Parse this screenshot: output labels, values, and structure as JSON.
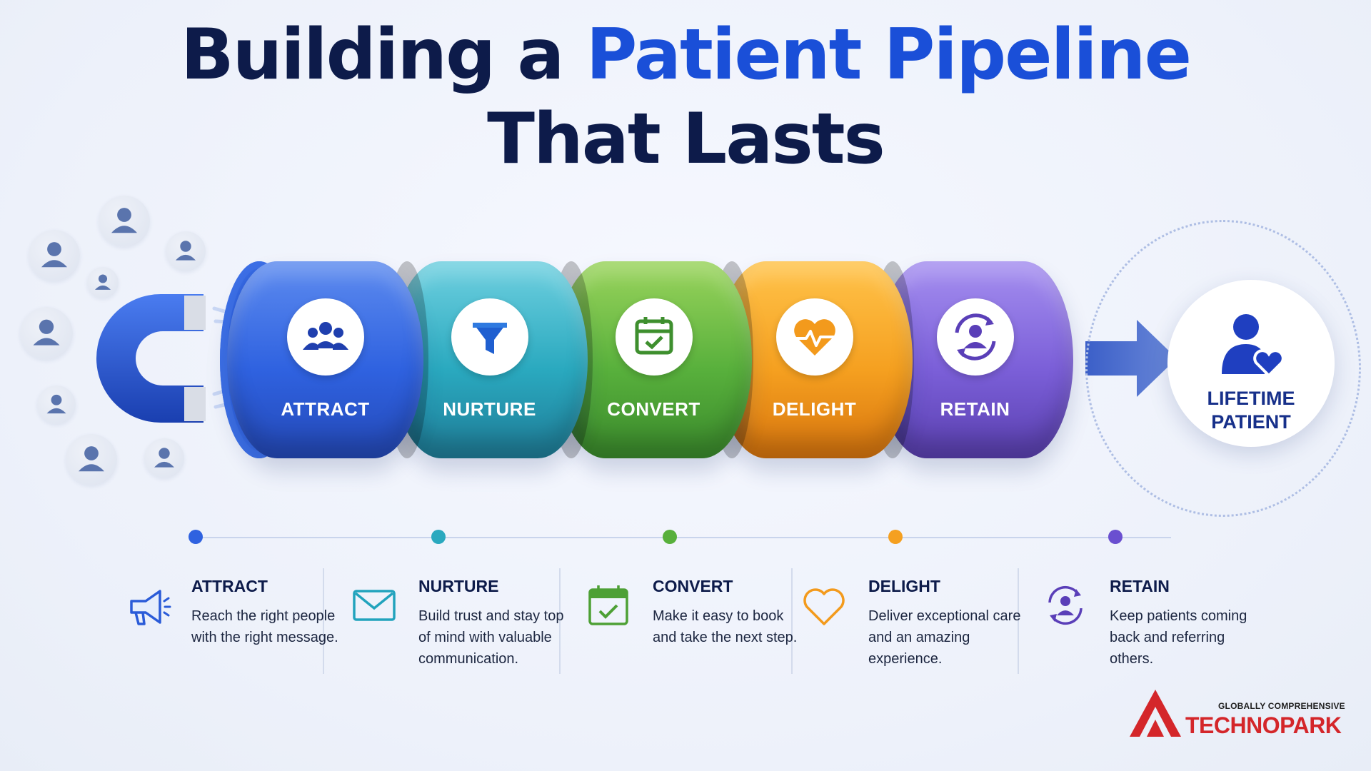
{
  "title": {
    "line1_plain": "Building a ",
    "line1_accent": "Patient Pipeline",
    "line2": "That Lasts"
  },
  "colors": {
    "navy": "#0d1b4a",
    "accent_blue": "#1a4fd8",
    "attract": "#2f62e0",
    "nurture": "#2aa9bf",
    "convert": "#58b03c",
    "delight": "#f5a020",
    "retain": "#7b5fd8",
    "logo_red": "#d4262a"
  },
  "pipeline": {
    "segments": [
      {
        "label": "ATTRACT",
        "icon": "group-icon"
      },
      {
        "label": "NURTURE",
        "icon": "funnel-icon"
      },
      {
        "label": "CONVERT",
        "icon": "calendar-check-icon"
      },
      {
        "label": "DELIGHT",
        "icon": "heart-pulse-icon"
      },
      {
        "label": "RETAIN",
        "icon": "person-cycle-icon"
      }
    ],
    "destination": {
      "line1": "LIFETIME",
      "line2": "PATIENT",
      "icon": "person-heart-icon"
    },
    "magnet_icon": "magnet-icon"
  },
  "steps": [
    {
      "title": "ATTRACT",
      "desc": "Reach the right people with the right message.",
      "icon": "megaphone-icon"
    },
    {
      "title": "NURTURE",
      "desc": "Build trust and stay top of mind with valuable communication.",
      "icon": "envelope-icon"
    },
    {
      "title": "CONVERT",
      "desc": "Make it easy to book and take the next step.",
      "icon": "calendar-check-icon"
    },
    {
      "title": "DELIGHT",
      "desc": "Deliver exceptional care and an amazing experience.",
      "icon": "heart-icon"
    },
    {
      "title": "RETAIN",
      "desc": "Keep patients coming back and referring others.",
      "icon": "person-cycle-icon"
    }
  ],
  "logo": {
    "tagline": "GLOBALLY COMPREHENSIVE",
    "name": "TECHNOPARK"
  }
}
